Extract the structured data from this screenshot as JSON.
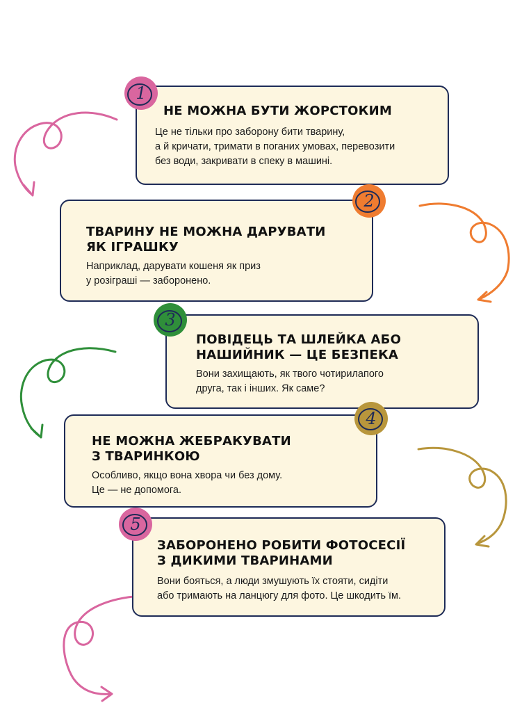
{
  "colors": {
    "card_bg": "#fdf6e0",
    "card_border": "#1e2b57",
    "pink": "#d9669f",
    "orange": "#ef7c30",
    "green": "#2f8f3a",
    "gold": "#b8963c"
  },
  "items": [
    {
      "number": "1",
      "title": [
        "НЕ МОЖНА БУТИ ЖОРСТОКИМ"
      ],
      "text": [
        "Це не тільки про заборону бити тварину,",
        "а й кричати, тримати в поганих умовах, перевозити",
        "без води, закривати в спеку в машині."
      ]
    },
    {
      "number": "2",
      "title": [
        "ТВАРИНУ НЕ МОЖНА ДАРУВАТИ",
        "ЯК ІГРАШКУ"
      ],
      "text": [
        "Наприклад, дарувати кошеня як приз",
        "у розіграші — заборонено."
      ]
    },
    {
      "number": "3",
      "title": [
        "ПОВІДЕЦЬ ТА ШЛЕЙКА АБО",
        "НАШИЙНИК — ЦЕ БЕЗПЕКА"
      ],
      "text": [
        "Вони захищають, як твого чотирилапого",
        "друга, так і інших. Як саме?"
      ]
    },
    {
      "number": "4",
      "title": [
        "НЕ МОЖНА ЖЕБРАКУВАТИ",
        "З ТВАРИНКОЮ"
      ],
      "text": [
        "Особливо, якщо вона хвора чи без дому.",
        "Це — не допомога."
      ]
    },
    {
      "number": "5",
      "title": [
        "ЗАБОРОНЕНО РОБИТИ ФОТОСЕСІЇ",
        "З ДИКИМИ ТВАРИНАМИ"
      ],
      "text": [
        "Вони бояться, а люди змушують їх стояти, сидіти",
        "або тримають на ланцюгу для фото. Це шкодить їм."
      ]
    }
  ]
}
